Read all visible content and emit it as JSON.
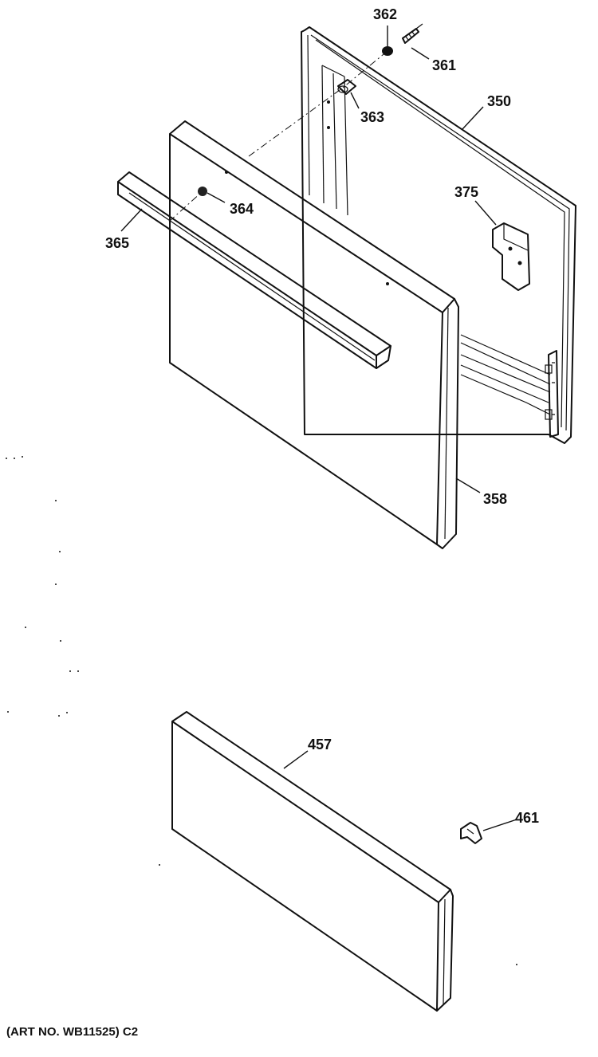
{
  "parts": [
    {
      "id": "p362",
      "label": "362"
    },
    {
      "id": "p361",
      "label": "361"
    },
    {
      "id": "p363",
      "label": "363"
    },
    {
      "id": "p350",
      "label": "350"
    },
    {
      "id": "p375",
      "label": "375"
    },
    {
      "id": "p364",
      "label": "364"
    },
    {
      "id": "p365",
      "label": "365"
    },
    {
      "id": "p358",
      "label": "358"
    },
    {
      "id": "p457",
      "label": "457"
    },
    {
      "id": "p461",
      "label": "461"
    }
  ],
  "art_number": "(ART NO. WB11525) C2"
}
